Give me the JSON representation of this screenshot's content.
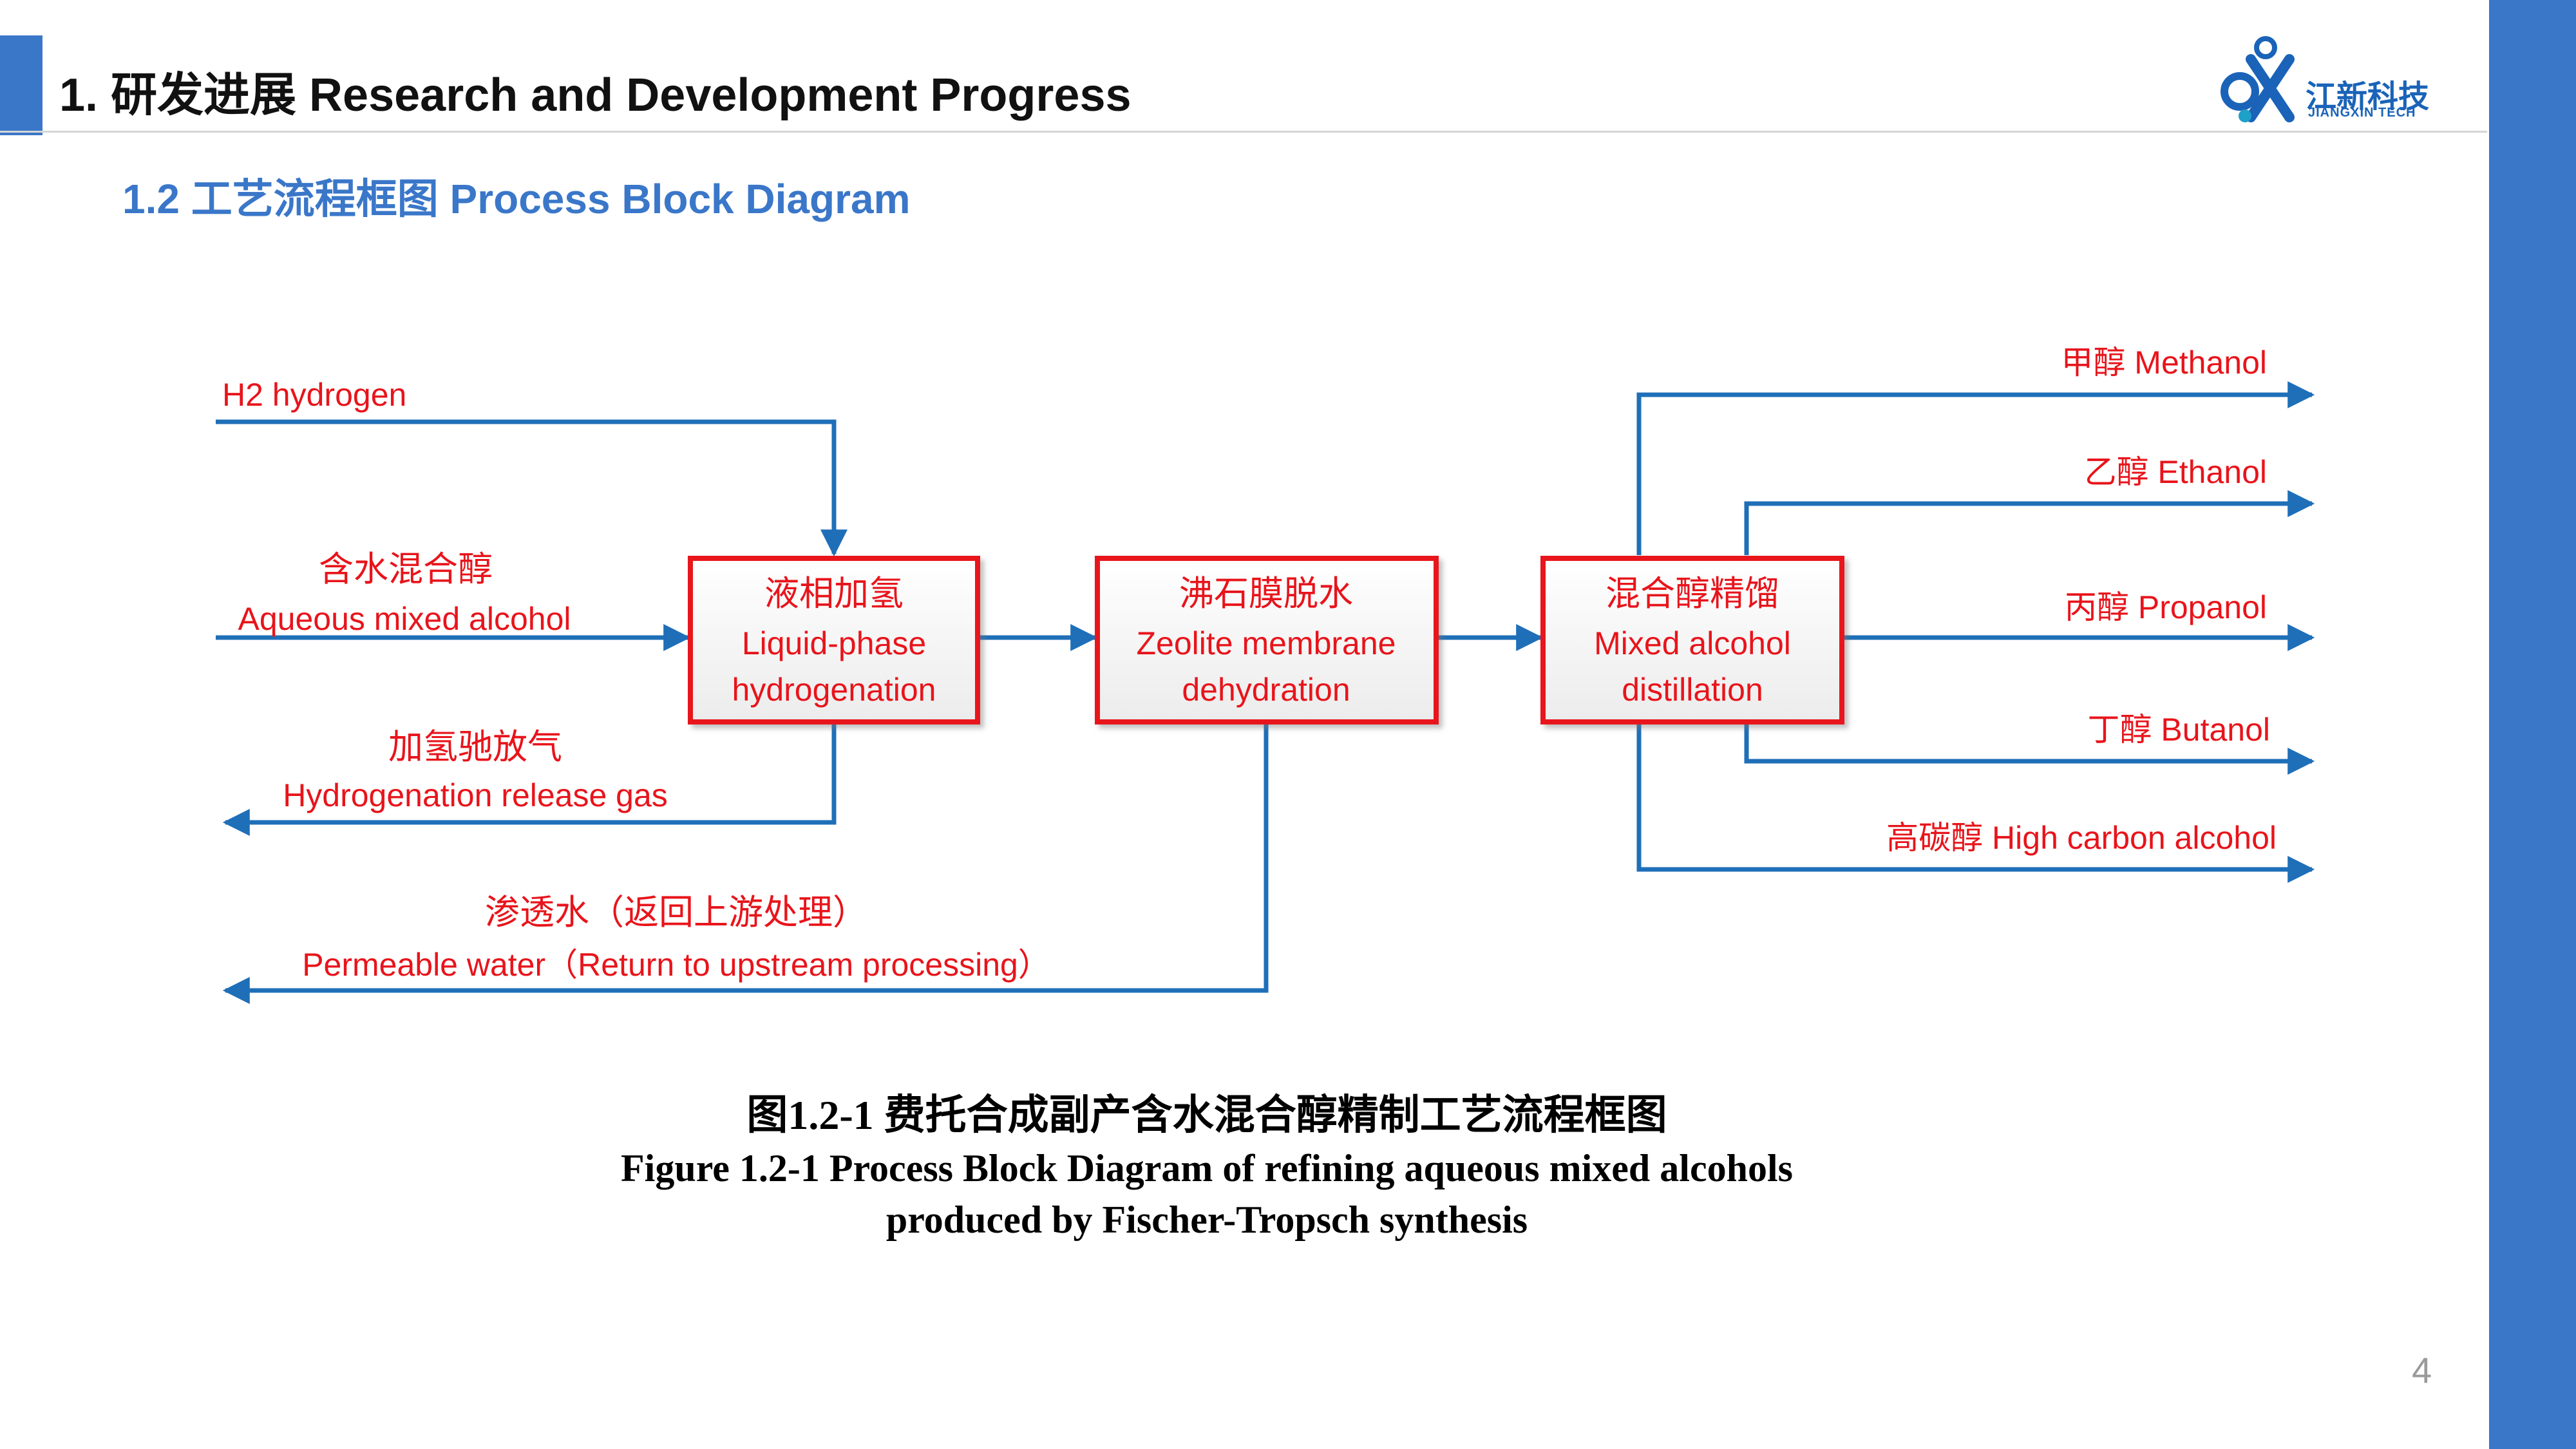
{
  "header": {
    "title": "1. 研发进展 Research and Development Progress",
    "accent_color": "#3A77C9"
  },
  "section": {
    "title": "1.2 工艺流程框图 Process Block Diagram"
  },
  "logo": {
    "name": "江新科技",
    "subtitle": "JIANGXIN TECH",
    "icon": "jiangxin-logo-mark"
  },
  "diagram": {
    "process_boxes": [
      {
        "cn": "液相加氢",
        "en1": "Liquid-phase",
        "en2": "hydrogenation"
      },
      {
        "cn": "沸石膜脱水",
        "en1": "Zeolite membrane",
        "en2": "dehydration"
      },
      {
        "cn": "混合醇精馏",
        "en1": "Mixed alcohol",
        "en2": "distillation"
      }
    ],
    "inputs": {
      "hydrogen": "H2 hydrogen",
      "aqueous_cn": "含水混合醇",
      "aqueous_en": "Aqueous mixed alcohol"
    },
    "byproducts": {
      "release_cn": "加氢驰放气",
      "release_en": "Hydrogenation release gas",
      "water_cn": "渗透水（返回上游处理）",
      "water_en": "Permeable water（Return to upstream processing）"
    },
    "products": [
      "甲醇 Methanol",
      "乙醇 Ethanol",
      "丙醇 Propanol",
      "丁醇 Butanol",
      "高碳醇 High carbon alcohol"
    ],
    "colors": {
      "box_border": "#E8141B",
      "arrow": "#1F6FB8",
      "label": "#E8141B"
    }
  },
  "caption": {
    "cn": "图1.2-1 费托合成副产含水混合醇精制工艺流程框图",
    "en_line1": "Figure 1.2-1 Process Block Diagram of refining aqueous mixed alcohols",
    "en_line2": "produced by Fischer-Tropsch synthesis"
  },
  "page_number": "4"
}
